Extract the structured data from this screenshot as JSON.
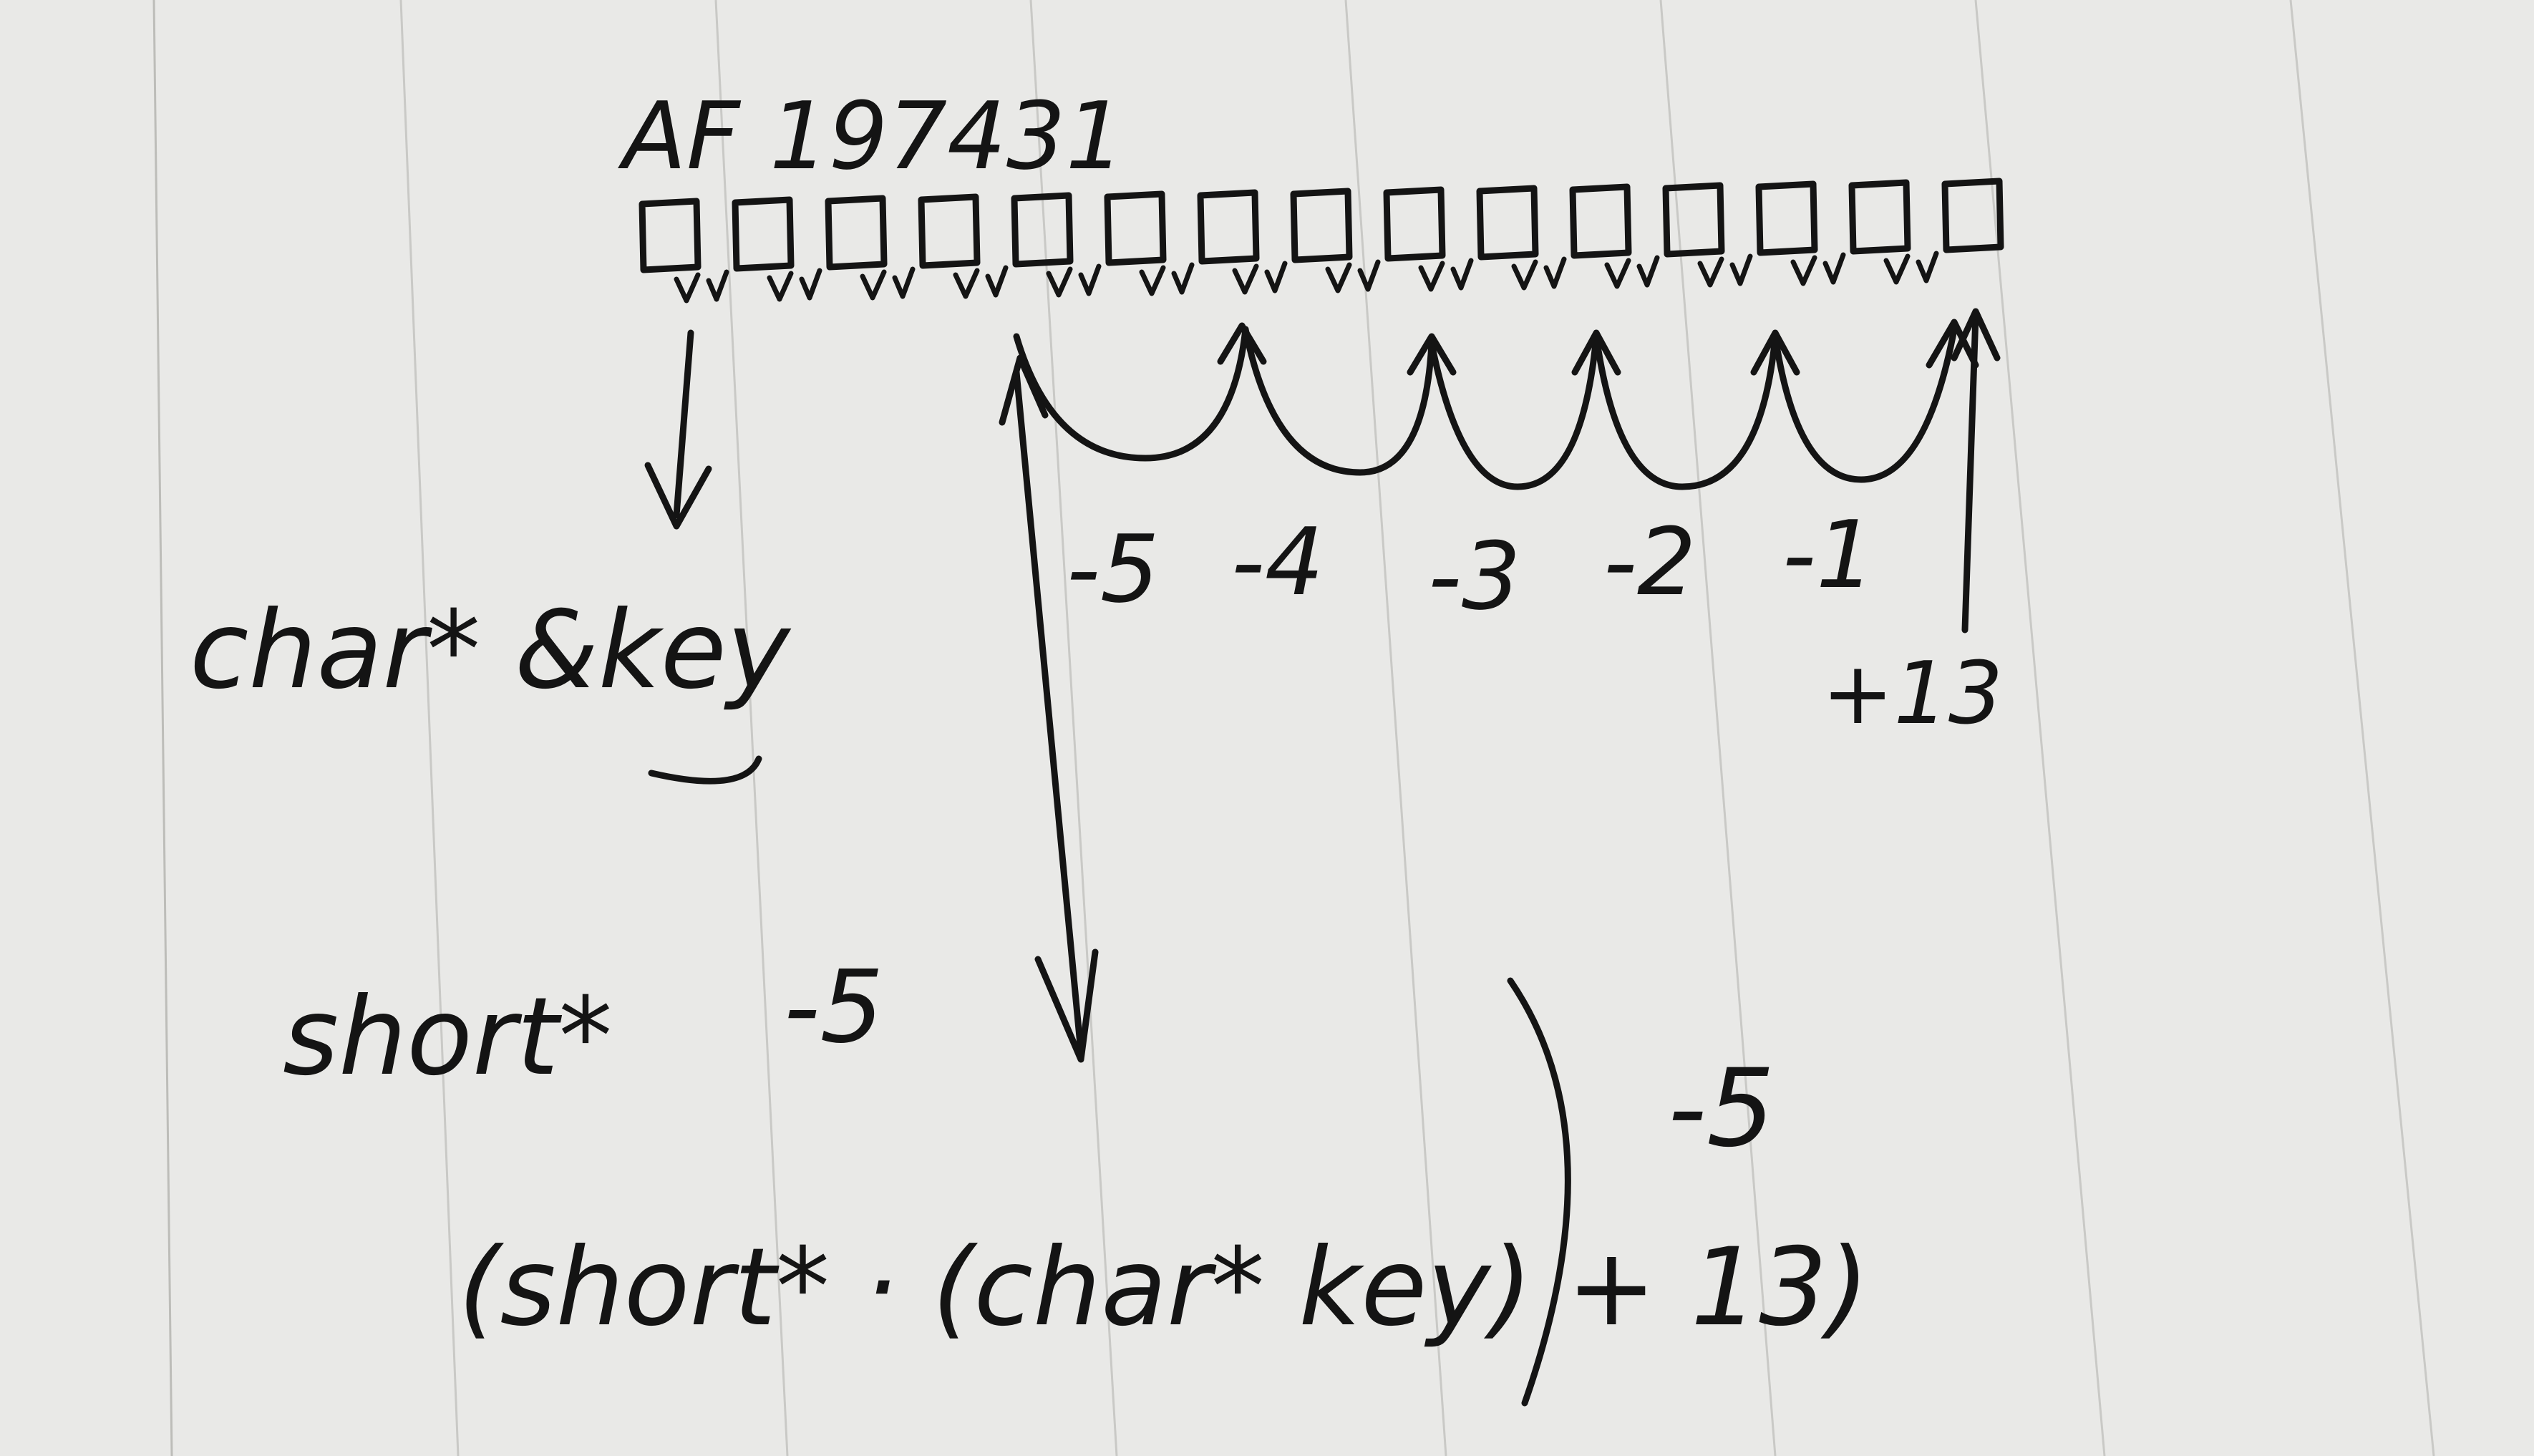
{
  "title": "AF 197431",
  "labels": {
    "char_key": "char* &key",
    "short_ptr": "short*",
    "short_offset": "-5",
    "expression_main": "(short* · (char* key) + 13)",
    "expression_tail": "-5",
    "plus_13": "+13"
  },
  "step_labels": [
    "-5",
    "-4",
    "-3",
    "-2",
    "-1"
  ],
  "byte_cell_count": 15,
  "colors": {
    "paper": "#e9e9e7",
    "ink": "#141414",
    "rule": "#c9c9c6"
  }
}
